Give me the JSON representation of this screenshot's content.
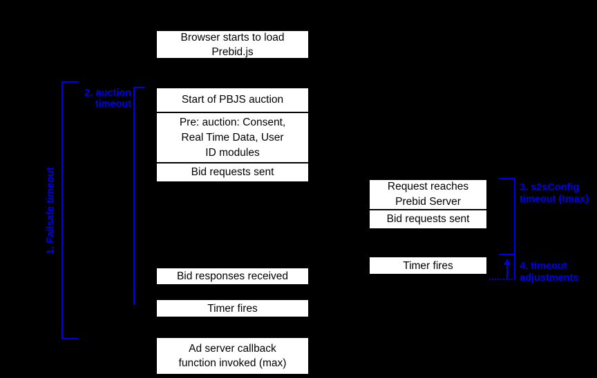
{
  "colors": {
    "background": "#000000",
    "box_fill": "#ffffff",
    "box_border": "#000000",
    "box_text": "#000000",
    "annotation": "#0000ee"
  },
  "boxes": {
    "browser": "Browser starts to load\nPrebid.js",
    "start_auction": "Start of PBJS auction",
    "pre_auction": "Pre: auction: Consent,\nReal Time Data, User\nID modules",
    "bid_requests_sent": "Bid requests sent",
    "bid_responses": "Bid responses received",
    "timer_fires_left": "Timer fires",
    "ad_server": "Ad server callback\nfunction invoked (max)",
    "request_reaches": "Request reaches\nPrebid Server",
    "bid_requests_sent_server": "Bid requests sent",
    "timer_fires_right": "Timer fires"
  },
  "annotations": {
    "failsafe": "1. Failsafe timeout",
    "auction": "2. auction\ntimeout",
    "s2s": "3. s2sConfig\ntimeout (tmax)",
    "adjustments": "4. timeout\nadjustments"
  }
}
